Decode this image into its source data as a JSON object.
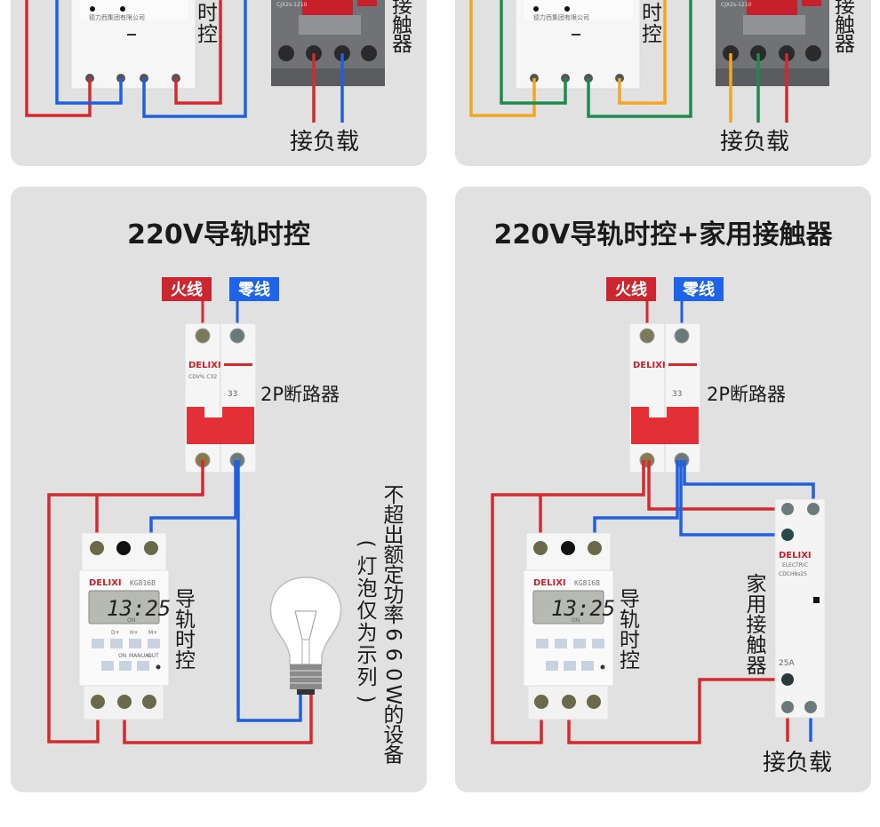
{
  "colors": {
    "live": "#d42a2f",
    "neutral": "#1f5fe0",
    "orange": "#f2a623",
    "green": "#1f8a4f",
    "panel": "#e1e1e1",
    "tag_live": "#cc2630",
    "tag_neutral": "#1f63e8"
  },
  "top_left_panel": {
    "timer_company": "德力西集团有限公司",
    "side_label_chars": [
      "时",
      "控"
    ],
    "contactor_label_chars": [
      "接",
      "触",
      "器"
    ],
    "contactor_model": "CJX2s-1210",
    "load_label": "接负载"
  },
  "top_right_panel": {
    "timer_company": "德力西集团有限公司",
    "side_label_chars": [
      "时",
      "控"
    ],
    "contactor_label_chars": [
      "接",
      "触",
      "器"
    ],
    "contactor_model": "CJX2s-1210",
    "load_label": "接负载"
  },
  "bottom_left_panel": {
    "title": "220V导轨时控",
    "live_tag": "火线",
    "neutral_tag": "零线",
    "breaker_label": "2P断路器",
    "breaker_brand": "DELIXI",
    "breaker_model": "CDV% C32",
    "timer_brand": "DELIXI",
    "timer_model": "KG816B",
    "timer_time": "13:25",
    "timer_status": "ON",
    "timer_buttons": [
      "D+",
      "H+",
      "M+"
    ],
    "timer_buttons_row2": [
      "ON",
      "MANUAL",
      "OUT"
    ],
    "timer_label_chars": [
      "导",
      "轨",
      "时",
      "控"
    ],
    "note_main_chars": [
      "不",
      "超",
      "出",
      "额",
      "定",
      "功",
      "率",
      "6",
      "6",
      "0",
      "W",
      "的",
      "设",
      "备"
    ],
    "note_paren_chars": [
      "(",
      "灯",
      "泡",
      "仅",
      "为",
      "示",
      "列",
      ")"
    ]
  },
  "bottom_right_panel": {
    "title": "220V导轨时控+家用接触器",
    "live_tag": "火线",
    "neutral_tag": "零线",
    "breaker_label": "2P断路器",
    "breaker_brand": "DELIXI",
    "timer_brand": "DELIXI",
    "timer_model": "KG816B",
    "timer_time": "13:25",
    "timer_status": "ON",
    "timer_label_chars": [
      "导",
      "轨",
      "时",
      "控"
    ],
    "contactor_brand": "DELIXI",
    "contactor_sub": "ELECTRIC",
    "contactor_model": "CDCH8s25",
    "contactor_rating": "25A",
    "contactor_label_chars": [
      "家",
      "用",
      "接",
      "触",
      "器"
    ],
    "load_label": "接负载"
  }
}
